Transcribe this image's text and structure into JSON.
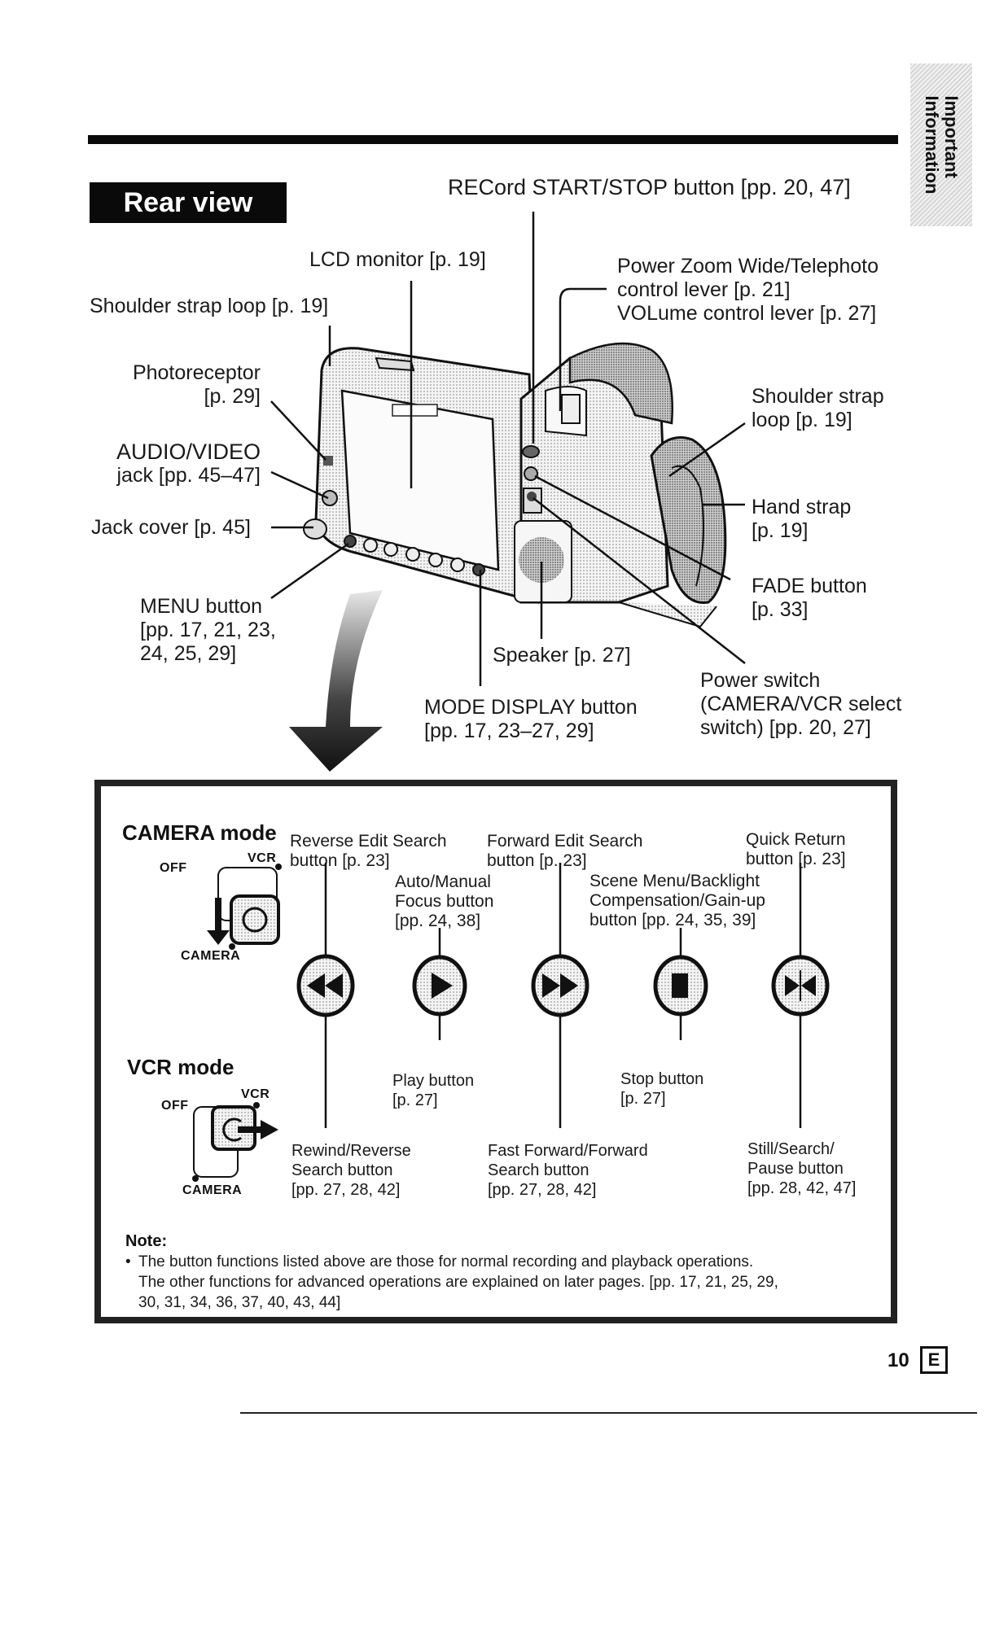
{
  "side_tab": {
    "line1": "Important",
    "line2": "Information"
  },
  "section_title": "Rear view",
  "callouts": {
    "record_button": "RECord START/STOP button [pp. 20, 47]",
    "lcd_monitor": "LCD monitor [p. 19]",
    "shoulder_strap_loop_left": "Shoulder strap loop [p. 19]",
    "power_zoom": [
      "Power Zoom Wide/Telephoto",
      "control lever [p. 21]",
      "VOLume control lever [p. 27]"
    ],
    "photoreceptor": [
      "Photoreceptor",
      "[p. 29]"
    ],
    "audio_video_jack": [
      "AUDIO/VIDEO",
      "jack [pp. 45–47]"
    ],
    "jack_cover": "Jack cover [p. 45]",
    "menu_button": [
      "MENU button",
      "[pp. 17, 21, 23,",
      "24, 25, 29]"
    ],
    "shoulder_strap_loop_right": [
      "Shoulder strap",
      "loop [p. 19]"
    ],
    "hand_strap": [
      "Hand strap",
      "[p. 19]"
    ],
    "fade_button": [
      "FADE button",
      "[p. 33]"
    ],
    "speaker": "Speaker [p. 27]",
    "mode_display_button": [
      "MODE DISPLAY button",
      "[pp. 17, 23–27, 29]"
    ],
    "power_switch": [
      "Power switch",
      "(CAMERA/VCR select",
      "switch) [pp. 20, 27]"
    ]
  },
  "modes_box": {
    "camera_mode": {
      "title": "CAMERA mode",
      "switch_labels": {
        "off": "OFF",
        "vcr": "VCR",
        "camera": "CAMERA"
      }
    },
    "vcr_mode": {
      "title": "VCR mode",
      "switch_labels": {
        "off": "OFF",
        "vcr": "VCR",
        "camera": "CAMERA"
      }
    },
    "camera_labels": {
      "reverse_edit_search": [
        "Reverse Edit Search",
        "button [p. 23]"
      ],
      "forward_edit_search": [
        "Forward Edit Search",
        "button [p. 23]"
      ],
      "quick_return": [
        "Quick Return",
        "button [p. 23]"
      ],
      "auto_manual_focus": [
        "Auto/Manual",
        "Focus button",
        "[pp. 24, 38]"
      ],
      "scene_menu": [
        "Scene Menu/Backlight",
        "Compensation/Gain-up",
        "button [pp. 24, 35, 39]"
      ]
    },
    "vcr_labels": {
      "play": [
        "Play button",
        "[p. 27]"
      ],
      "stop": [
        "Stop button",
        "[p. 27]"
      ],
      "rewind": [
        "Rewind/Reverse",
        "Search button",
        "[pp. 27, 28, 42]"
      ],
      "fast_forward": [
        "Fast Forward/Forward",
        "Search button",
        "[pp. 27, 28, 42]"
      ],
      "still_pause": [
        "Still/Search/",
        "Pause button",
        "[pp. 28, 42, 47]"
      ]
    },
    "buttons": [
      {
        "icon": "rewind-icon"
      },
      {
        "icon": "play-icon"
      },
      {
        "icon": "fast-forward-icon"
      },
      {
        "icon": "stop-icon"
      },
      {
        "icon": "still-pause-icon"
      }
    ],
    "note": {
      "title": "Note:",
      "bullet": "•",
      "line1": "The button functions listed above are those for normal recording and playback operations.",
      "line2": "The other functions for advanced operations are explained on later pages. [pp. 17, 21, 25, 29,",
      "line3": "30, 31, 34, 36, 37, 40, 43, 44]"
    }
  },
  "footer": {
    "page_number": "10",
    "language": "E"
  }
}
